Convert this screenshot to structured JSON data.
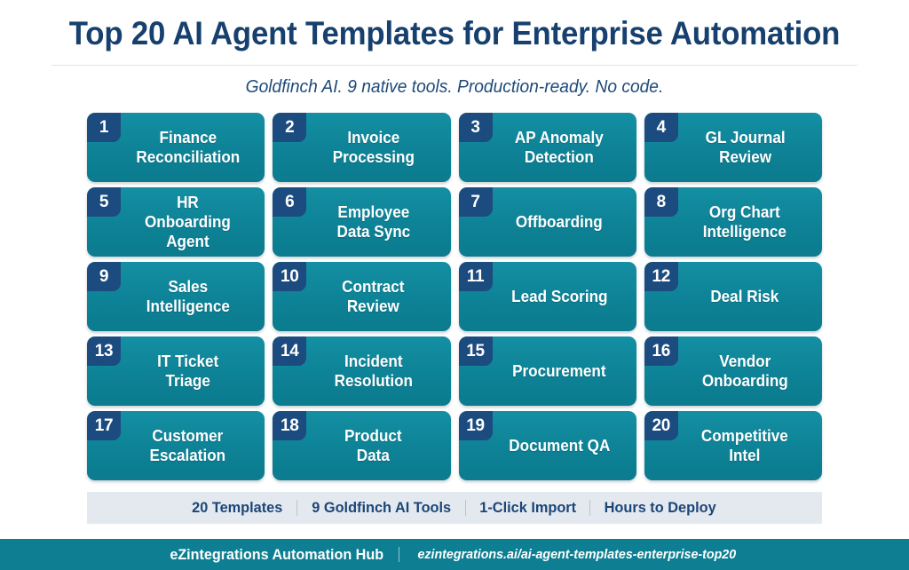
{
  "header": {
    "title": "Top 20 AI Agent Templates for Enterprise Automation",
    "subtitle": "Goldfinch AI. 9 native tools. Production-ready. No code."
  },
  "colors": {
    "title_navy": "#17406e",
    "badge_navy": "#1c4b7f",
    "card_teal": "#0d8195",
    "stats_bg": "#e4e9f0",
    "footer_teal": "#0e7f93"
  },
  "cards": [
    {
      "number": "1",
      "label": "Finance\nReconciliation"
    },
    {
      "number": "2",
      "label": "Invoice\nProcessing"
    },
    {
      "number": "3",
      "label": "AP Anomaly\nDetection"
    },
    {
      "number": "4",
      "label": "GL Journal\nReview"
    },
    {
      "number": "5",
      "label": "HR\nOnboarding Agent"
    },
    {
      "number": "6",
      "label": "Employee\nData Sync"
    },
    {
      "number": "7",
      "label": "Offboarding"
    },
    {
      "number": "8",
      "label": "Org Chart\nIntelligence"
    },
    {
      "number": "9",
      "label": "Sales\nIntelligence"
    },
    {
      "number": "10",
      "label": "Contract\nReview"
    },
    {
      "number": "11",
      "label": "Lead Scoring"
    },
    {
      "number": "12",
      "label": "Deal Risk"
    },
    {
      "number": "13",
      "label": "IT Ticket\nTriage"
    },
    {
      "number": "14",
      "label": "Incident\nResolution"
    },
    {
      "number": "15",
      "label": "Procurement"
    },
    {
      "number": "16",
      "label": "Vendor\nOnboarding"
    },
    {
      "number": "17",
      "label": "Customer\nEscalation"
    },
    {
      "number": "18",
      "label": "Product\nData"
    },
    {
      "number": "19",
      "label": "Document QA"
    },
    {
      "number": "20",
      "label": "Competitive\nIntel"
    }
  ],
  "stats": [
    "20 Templates",
    "9 Goldfinch AI Tools",
    "1-Click Import",
    "Hours to Deploy"
  ],
  "footer": {
    "brand": "eZintegrations Automation Hub",
    "url": "ezintegrations.ai/ai-agent-templates-enterprise-top20"
  }
}
